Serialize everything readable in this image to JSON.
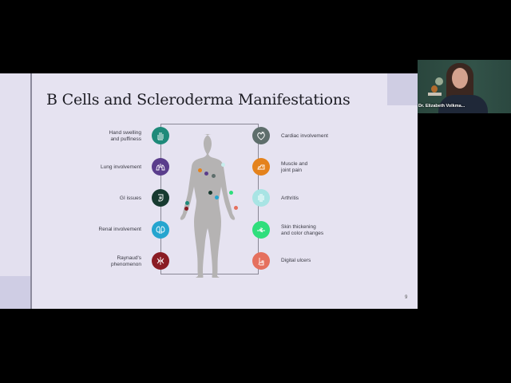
{
  "slide": {
    "title": "B Cells and Scleroderma Manifestations",
    "page_number": "9",
    "background": "#e6e3f1",
    "left_items": [
      {
        "label_line1": "Hand swelling",
        "label_line2": "and puffiness",
        "icon": "hand-icon",
        "color": "#1e8a7a"
      },
      {
        "label_line1": "Lung involvement",
        "label_line2": "",
        "icon": "lungs-icon",
        "color": "#5a3d8c"
      },
      {
        "label_line1": "GI issues",
        "label_line2": "",
        "icon": "stomach-icon",
        "color": "#173a30"
      },
      {
        "label_line1": "Renal involvement",
        "label_line2": "",
        "icon": "kidney-icon",
        "color": "#25a5cf"
      },
      {
        "label_line1": "Raynaud's",
        "label_line2": "phenomenon",
        "icon": "vessels-icon",
        "color": "#8a1c24"
      }
    ],
    "right_items": [
      {
        "label_line1": "Cardiac involvement",
        "label_line2": "",
        "icon": "heart-icon",
        "color": "#5e6e6c"
      },
      {
        "label_line1": "Muscle and",
        "label_line2": "joint pain",
        "icon": "muscle-icon",
        "color": "#e4821c"
      },
      {
        "label_line1": "Arthritis",
        "label_line2": "",
        "icon": "joint-icon",
        "color": "#a8e4e4"
      },
      {
        "label_line1": "Skin thickening",
        "label_line2": "and color changes",
        "icon": "skin-icon",
        "color": "#2fde7c"
      },
      {
        "label_line1": "Digital ulcers",
        "label_line2": "",
        "icon": "finger-icon",
        "color": "#e5705e"
      }
    ],
    "body_dots": [
      {
        "name": "muscle-dot",
        "color": "#e4821c"
      },
      {
        "name": "lung-dot",
        "color": "#5a3d8c"
      },
      {
        "name": "cardiac-dot",
        "color": "#5e6e6c"
      },
      {
        "name": "arthritis-dot",
        "color": "#c8eeee"
      },
      {
        "name": "gi-dot",
        "color": "#173a30"
      },
      {
        "name": "renal-dot",
        "color": "#25a5cf"
      },
      {
        "name": "skin-dot",
        "color": "#2fde7c"
      },
      {
        "name": "hand-dot",
        "color": "#1e8a7a"
      },
      {
        "name": "raynaud-dot",
        "color": "#8a1c24"
      },
      {
        "name": "ulcer-dot",
        "color": "#e5705e"
      }
    ]
  },
  "video": {
    "participant_name": "Dr. Elizabeth Volkma..."
  }
}
